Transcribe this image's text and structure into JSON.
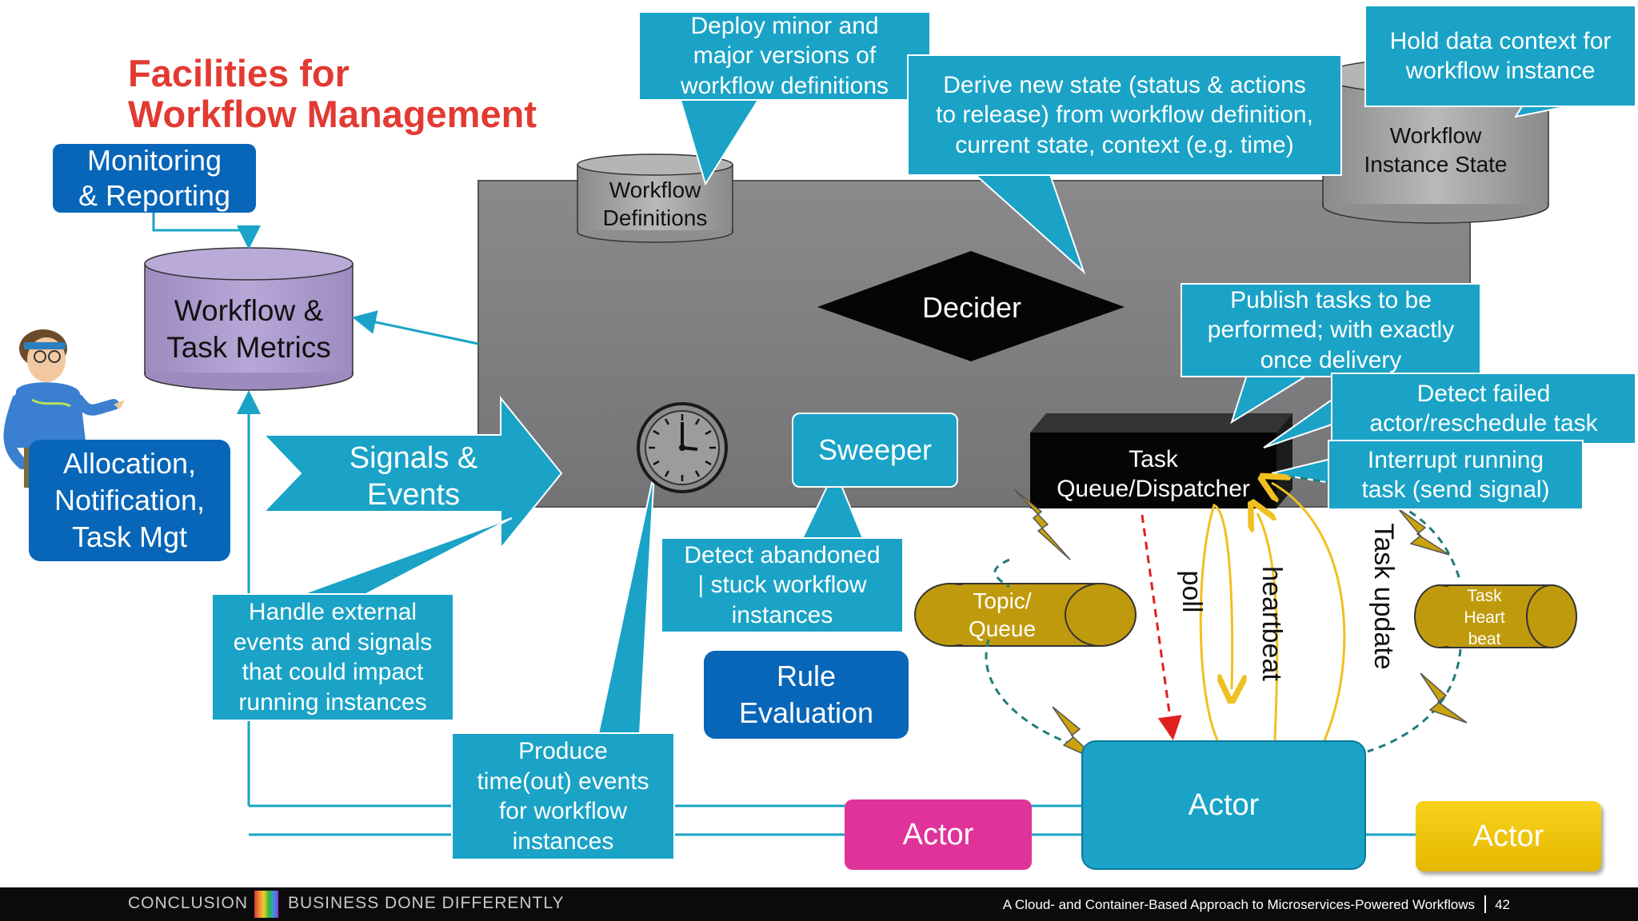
{
  "title": {
    "line1": "Facilities for",
    "line2": "Workflow Management"
  },
  "callouts": {
    "deploy": [
      "Deploy minor and",
      "major versions of",
      "workflow definitions"
    ],
    "derive": [
      "Derive new state (status & actions",
      "to release) from workflow definition,",
      "current state, context (e.g. time)"
    ],
    "hold": [
      "Hold data context for",
      "workflow instance"
    ],
    "publish": [
      "Publish tasks to be",
      "performed; with exactly",
      "once delivery"
    ],
    "detect_failed": [
      "Detect failed",
      "actor/reschedule task"
    ],
    "interrupt": [
      "Interrupt running",
      "task (send signal)"
    ],
    "abandoned": [
      "Detect abandoned",
      "| stuck workflow",
      "instances"
    ],
    "external": [
      "Handle external",
      "events and signals",
      "that could impact",
      "running instances"
    ],
    "timeout": [
      "Produce",
      "time(out) events",
      "for workflow",
      "instances"
    ]
  },
  "boxes": {
    "monitoring": [
      "Monitoring",
      "& Reporting"
    ],
    "allocation": [
      "Allocation,",
      "Notification,",
      "Task Mgt"
    ],
    "sweeper": "Sweeper",
    "rule": [
      "Rule",
      "Evaluation"
    ],
    "signals": [
      "Signals &",
      "Events"
    ],
    "decider": "Decider",
    "task_queue": [
      "Task",
      "Queue/Dispatcher"
    ],
    "actor_main": "Actor",
    "actor_pink": "Actor",
    "actor_yellow": "Actor"
  },
  "cylinders": {
    "metrics": [
      "Workflow &",
      "Task Metrics"
    ],
    "definitions": [
      "Workflow",
      "Definitions"
    ],
    "instance_state": [
      "Workflow",
      "Instance State"
    ],
    "topic_queue": [
      "Topic/",
      "Queue"
    ],
    "task_heartbeat": [
      "Task",
      "Heart",
      "beat"
    ]
  },
  "arrow_labels": {
    "poll": "poll",
    "heartbeat": "heartbeat",
    "task_update": "Task update"
  },
  "footer": {
    "conclusion": "CONCLUSION",
    "business": "BUSINESS DONE DIFFERENTLY",
    "subtitle": "A Cloud- and Container-Based Approach to Microservices-Powered Workflows",
    "page": "42"
  },
  "colors": {
    "title_red": "#e23a32",
    "callout_cyan": "#1aa3c6",
    "dark_blue": "#0866b8",
    "engine_gray": "#7e7e80",
    "metrics_purple": "#a996c8",
    "gold": "#c09a0d",
    "pink": "#e0339a",
    "yellow": "#f2c300",
    "poll_red": "#e02020"
  },
  "icons": [
    "clock-icon",
    "lightning-icon",
    "person-illustration"
  ]
}
